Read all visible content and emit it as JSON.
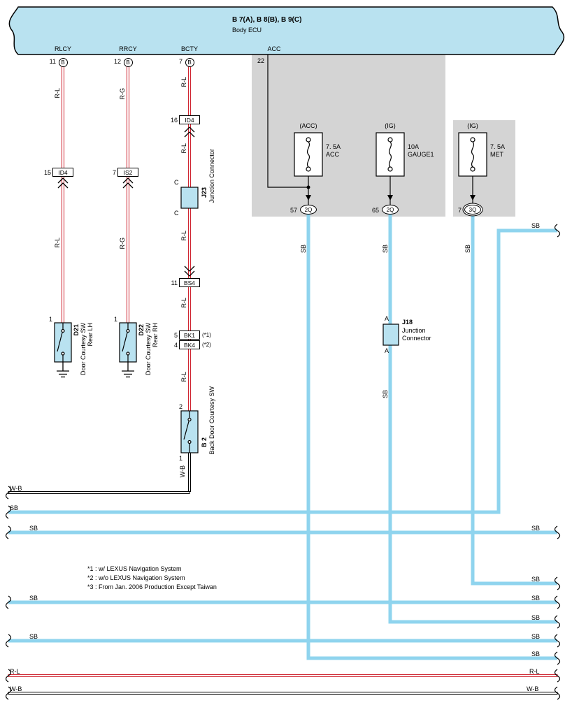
{
  "ecu": {
    "title": "B 7(A), B 8(B), B 9(C)",
    "subtitle": "Body ECU",
    "conn_rlcy": "RLCY",
    "conn_rrcy": "RRCY",
    "conn_bcty": "BCTY",
    "conn_acc": "ACC",
    "pin_rlcy": "11",
    "pin_rrcy": "12",
    "pin_bcty": "7",
    "pin_acc": "22",
    "pin_letter": "B"
  },
  "wire": {
    "rl": "R-L",
    "rg": "R-G",
    "sb": "SB",
    "wb": "W-B"
  },
  "connectors": {
    "id4_left": {
      "pin": "15",
      "code": "ID4"
    },
    "is2": {
      "pin": "7",
      "code": "IS2"
    },
    "id4_mid": {
      "pin": "16",
      "code": "ID4"
    },
    "bs4": {
      "pin": "11",
      "code": "BS4"
    },
    "bk1": {
      "pin": "5",
      "code": "BK1",
      "note": "(*1)"
    },
    "bk4": {
      "pin": "4",
      "code": "BK4",
      "note": "(*2)"
    },
    "j23": {
      "code": "J23",
      "name": "Junction Connector",
      "pin_top": "C",
      "pin_bottom": "C"
    },
    "j18": {
      "code": "J18",
      "name1": "Junction",
      "name2": "Connector",
      "pin_top": "A",
      "pin_bottom": "A"
    }
  },
  "switches": {
    "d21": {
      "pin": "1",
      "code": "D21",
      "name": "Door Courtesy SW",
      "pos": "Rear LH"
    },
    "d22": {
      "pin": "1",
      "code": "D22",
      "name": "Door Courtesy SW",
      "pos": "Rear RH"
    },
    "b2": {
      "pin_top": "2",
      "pin_bottom": "1",
      "code": "B 2",
      "name": "Back Door Courtesy SW"
    }
  },
  "fuses": {
    "acc": {
      "tag": "(ACC)",
      "rating": "7. 5A",
      "name": "ACC",
      "pin": "57",
      "cavity": "2Q"
    },
    "gauge1": {
      "tag": "(IG)",
      "rating": "10A",
      "name": "GAUGE1",
      "pin": "65",
      "cavity": "2Q"
    },
    "met": {
      "tag": "(IG)",
      "rating": "7. 5A",
      "name": "MET",
      "pin": "7",
      "cavity": "3Q"
    }
  },
  "notes": {
    "n1": "*1 : w/ LEXUS Navigation System",
    "n2": "*2 : w/o LEXUS Navigation System",
    "n3": "*3 : From Jan. 2006 Production Except Taiwan"
  },
  "colors": {
    "sb_wire": "#8fd4ee",
    "red_wire": "#cf2430",
    "panel": "#b9e2f0",
    "shade": "#d4d4d4"
  }
}
